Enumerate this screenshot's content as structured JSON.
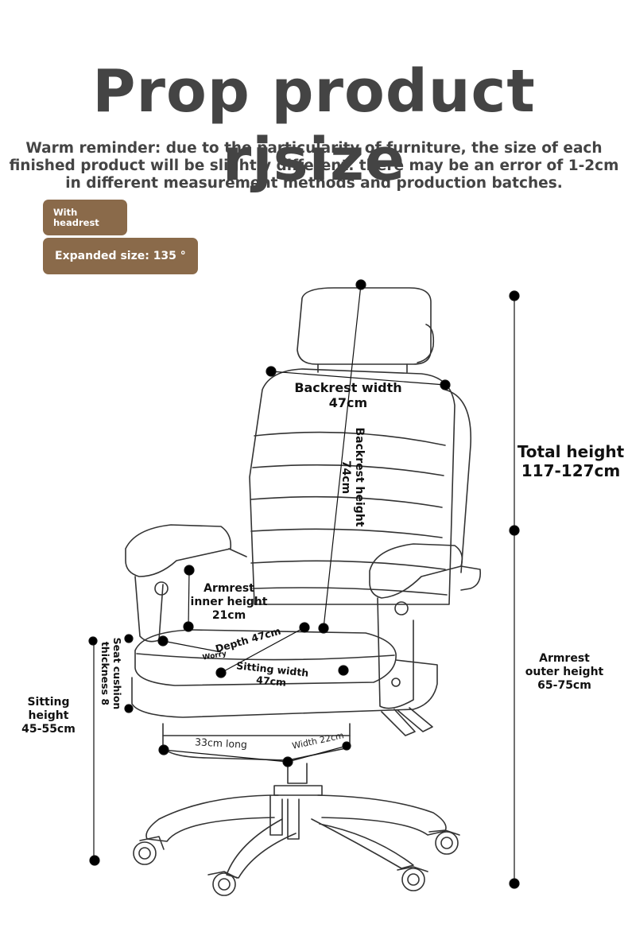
{
  "title": "Prop product rjsize",
  "reminder": {
    "line1": "Warm reminder: due to the particularity of furniture, the size of each",
    "line2": "finished product will be slightly different. there may be an error of 1-2cm",
    "line3": "in different measurement methods and production batches."
  },
  "badges": {
    "headrest_line1": "With",
    "headrest_line2": "headrest",
    "expanded": "Expanded size: 135 °",
    "color": "#8a6a4a"
  },
  "dimensions": {
    "backrest_width_label": "Backrest width",
    "backrest_width_value": "47cm",
    "backrest_height_label": "Backrest height",
    "backrest_height_value": "74cm",
    "total_height_label": "Total height",
    "total_height_value": "117-127cm",
    "armrest_inner_line1": "Armrest",
    "armrest_inner_line2": "inner height",
    "armrest_inner_value": "21cm",
    "armrest_outer_line1": "Armrest",
    "armrest_outer_line2": "outer height",
    "armrest_outer_value": "65-75cm",
    "depth": "Depth 47cm",
    "worry": "Worry",
    "sitting_width": "Sitting width 47cm",
    "cushion_line1": "Seat cushion",
    "cushion_line2": "thickness 8",
    "sitting_height_line1": "Sitting",
    "sitting_height_line2": "height",
    "sitting_height_value": "45-55cm",
    "footrest_long": "33cm long",
    "footrest_width": "Width 22cm"
  }
}
